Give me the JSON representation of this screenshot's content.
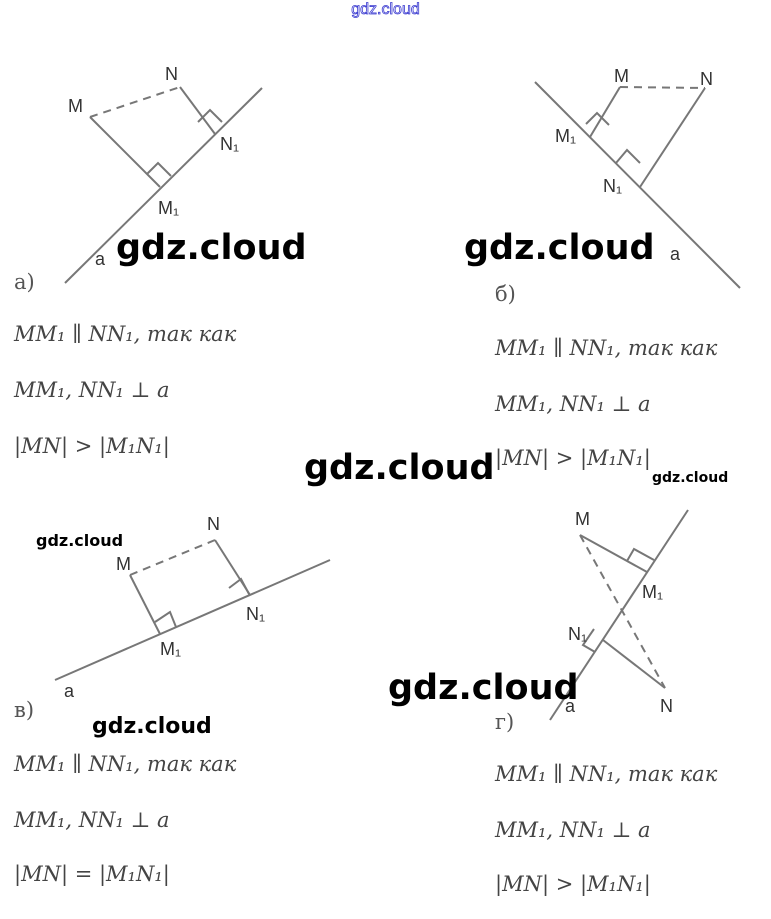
{
  "watermark": "gdz.cloud",
  "panels": [
    {
      "label": "а)",
      "line1": "MM₁ ∥ NN₁, так как",
      "line2": "MM₁, NN₁ ⊥ a",
      "line3": "|MN| > |M₁N₁|"
    },
    {
      "label": "б)",
      "line1": "MM₁ ∥ NN₁, так как",
      "line2": "MM₁, NN₁ ⊥ a",
      "line3": "|MN| > |M₁N₁|"
    },
    {
      "label": "в)",
      "line1": "MM₁ ∥ NN₁, так как",
      "line2": "MM₁, NN₁ ⊥ a",
      "line3": "|MN| = |M₁N₁|"
    },
    {
      "label": "г)",
      "line1": "MM₁ ∥ NN₁, так как",
      "line2": "MM₁, NN₁ ⊥ a",
      "line3": "|MN| > |M₁N₁|"
    }
  ],
  "points": {
    "M": "M",
    "N": "N",
    "M1": "M₁",
    "N1": "N₁",
    "a": "a"
  }
}
